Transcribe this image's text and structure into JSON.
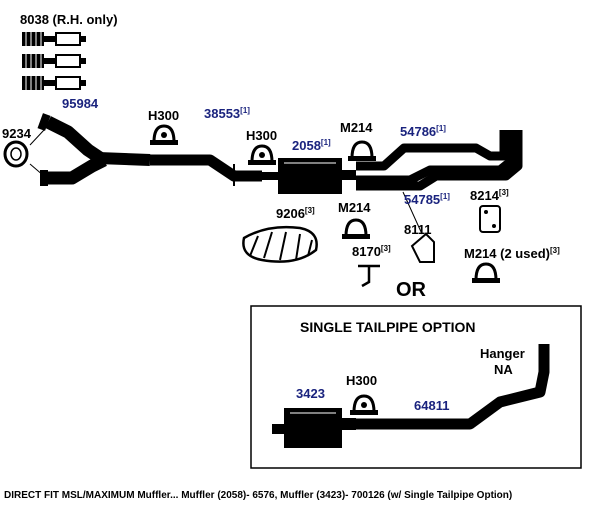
{
  "labels": {
    "part_8038": "8038 (R.H. only)",
    "part_95984": "95984",
    "part_9234": "9234",
    "hanger_h300_a": "H300",
    "part_38553": "38553",
    "part_38553_sup": "[1]",
    "hanger_h300_b": "H300",
    "clamp_m214_a": "M214",
    "part_54786": "54786",
    "part_54786_sup": "[1]",
    "part_2058": "2058",
    "part_2058_sup": "[1]",
    "part_54785": "54785",
    "part_54785_sup": "[1]",
    "part_8214": "8214",
    "part_8214_sup": "[3]",
    "part_9206": "9206",
    "part_9206_sup": "[3]",
    "clamp_m214_b": "M214",
    "part_8111": "8111",
    "part_8170": "8170",
    "part_8170_sup": "[3]",
    "clamp_m214_c": "M214 (2 used)",
    "clamp_m214_c_sup": "[3]",
    "or_text": "OR"
  },
  "single_tailpipe_box": {
    "title": "SINGLE TAILPIPE OPTION",
    "hanger_label_line1": "Hanger",
    "hanger_label_line2": "NA",
    "part_3423": "3423",
    "hanger_h300": "H300",
    "part_64811": "64811"
  },
  "caption": "DIRECT FIT MSL/MAXIMUM Muffler... Muffler (2058)- 6576, Muffler (3423)- 700126 (w/ Single Tailpipe Option)",
  "colors": {
    "part_number_blue": "#1a237e",
    "ink": "#000000"
  }
}
